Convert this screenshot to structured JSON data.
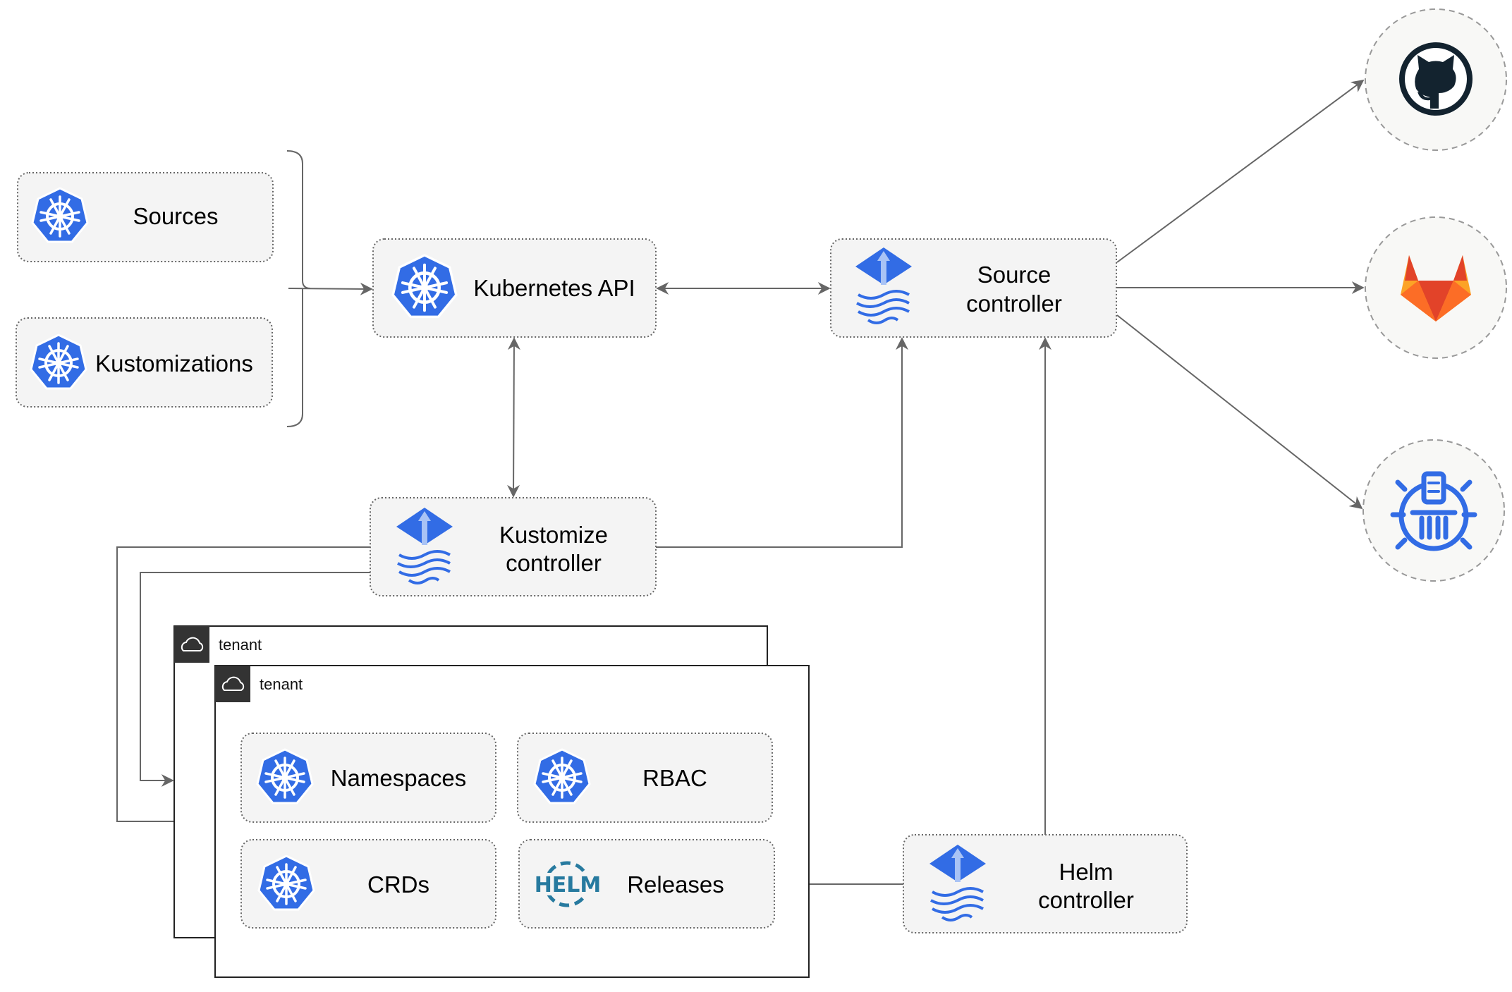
{
  "nodes": {
    "sources": "Sources",
    "kustomizations": "Kustomizations",
    "kubernetes_api": "Kubernetes API",
    "source_controller": [
      "Source",
      "controller"
    ],
    "kustomize_controller": [
      "Kustomize",
      "controller"
    ],
    "helm_controller": [
      "Helm",
      "controller"
    ],
    "namespaces": "Namespaces",
    "rbac": "RBAC",
    "crds": "CRDs",
    "releases": "Releases"
  },
  "tenants": [
    "tenant",
    "tenant"
  ],
  "icons": {
    "kubernetes": "kubernetes-icon",
    "flux": "flux-icon",
    "helm": "helm-icon",
    "helm_text": "HELM",
    "github": "github-icon",
    "gitlab": "gitlab-icon",
    "bucket": "bucket-icon"
  },
  "colors": {
    "kubernetes_blue": "#326ce5",
    "edge": "#666666",
    "box_fill": "#f4f4f4",
    "github": "#13232f",
    "gitlab_orange": "#e24329",
    "helm": "#277a9f"
  }
}
